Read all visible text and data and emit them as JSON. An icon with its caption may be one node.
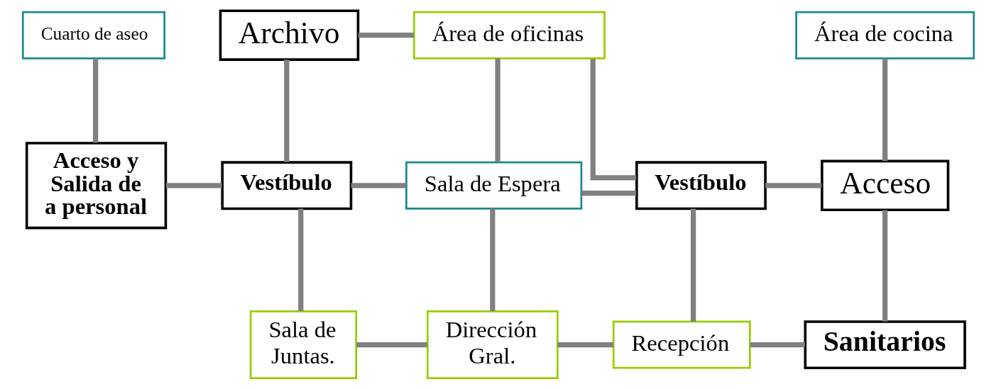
{
  "diagram": {
    "nodes": [
      {
        "text": [
          "Cuarto de aseo"
        ]
      },
      {
        "text": [
          "Archivo"
        ]
      },
      {
        "text": [
          "Área de oficinas"
        ]
      },
      {
        "text": [
          "Área de cocina"
        ]
      },
      {
        "text": [
          "Acceso y Salida de a personal"
        ]
      },
      {
        "text": [
          "Vestíbulo"
        ]
      },
      {
        "text": [
          "Sala de Espera"
        ]
      },
      {
        "text": [
          "Vestíbulo"
        ]
      },
      {
        "text": [
          "Acceso"
        ]
      },
      {
        "text": [
          "Sala de Juntas."
        ]
      },
      {
        "text": [
          "Dirección Gral."
        ]
      },
      {
        "text": [
          "Recepción"
        ]
      },
      {
        "text": [
          "Sanitarios"
        ]
      }
    ],
    "edges": [
      {
        "from": 0,
        "to": 4,
        "arrow": "none"
      },
      {
        "from": 1,
        "to": 2,
        "arrow": "none"
      },
      {
        "from": 1,
        "to": 5,
        "arrow": "none"
      },
      {
        "from": 4,
        "to": 5,
        "arrow": "none"
      },
      {
        "from": 5,
        "to": 6,
        "arrow": "none"
      },
      {
        "from": 5,
        "to": 9,
        "arrow": "none"
      },
      {
        "from": 2,
        "to": 6,
        "arrow": "none"
      },
      {
        "from": 2,
        "to": 7,
        "arrow": "none"
      },
      {
        "from": 6,
        "to": 7,
        "arrow": "none"
      },
      {
        "from": 6,
        "to": 10,
        "arrow": "none"
      },
      {
        "from": 7,
        "to": 11,
        "arrow": "none"
      },
      {
        "from": 7,
        "to": 8,
        "arrow": "none"
      },
      {
        "from": 3,
        "to": 8,
        "arrow": "none"
      },
      {
        "from": 8,
        "to": 12,
        "arrow": "none"
      },
      {
        "from": 9,
        "to": 10,
        "arrow": "none"
      },
      {
        "from": 10,
        "to": 11,
        "arrow": "none"
      },
      {
        "from": 11,
        "to": 12,
        "arrow": "none"
      }
    ]
  }
}
